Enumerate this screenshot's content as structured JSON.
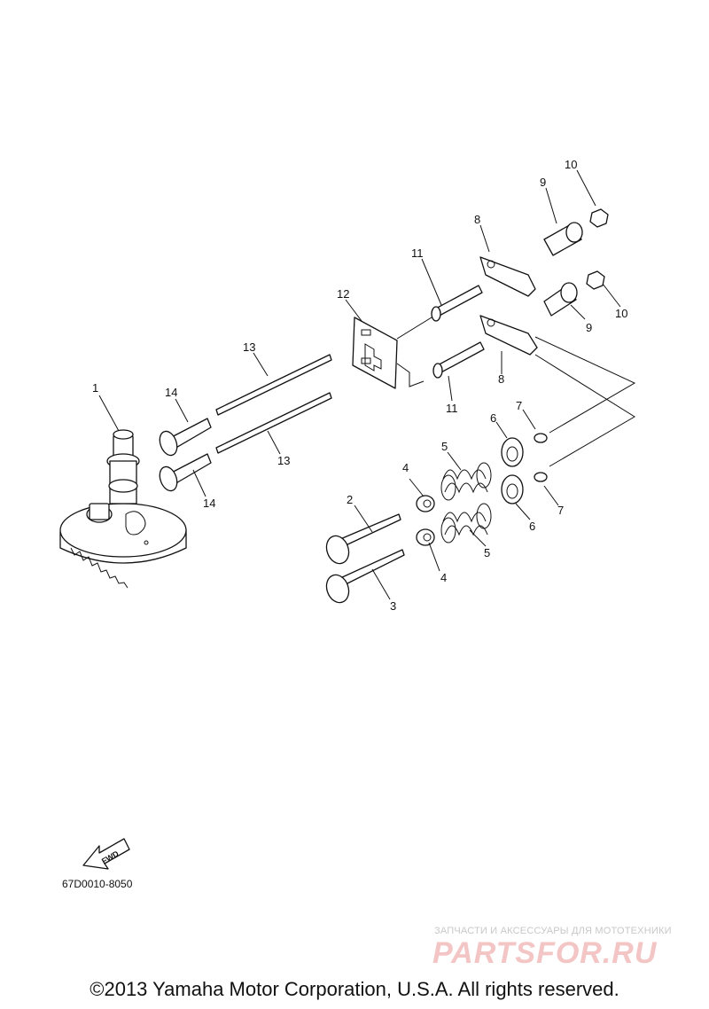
{
  "callouts": {
    "c1": "1",
    "c2": "2",
    "c3": "3",
    "c4a": "4",
    "c4b": "4",
    "c5a": "5",
    "c5b": "5",
    "c6a": "6",
    "c6b": "6",
    "c7a": "7",
    "c7b": "7",
    "c8a": "8",
    "c8b": "8",
    "c9a": "9",
    "c9b": "9",
    "c10a": "10",
    "c10b": "10",
    "c11a": "11",
    "c11b": "11",
    "c12": "12",
    "c13a": "13",
    "c13b": "13",
    "c14a": "14",
    "c14b": "14"
  },
  "fwd_label": "FWD",
  "diagram_code": "67D0010-8050",
  "watermark": {
    "tagline": "ЗАПЧАСТИ И АКСЕССУАРЫ ДЛЯ МОТОТЕХНИКИ",
    "brand": "PARTSFOR.RU"
  },
  "copyright": "©2013 Yamaha Motor Corporation, U.S.A. All rights reserved."
}
